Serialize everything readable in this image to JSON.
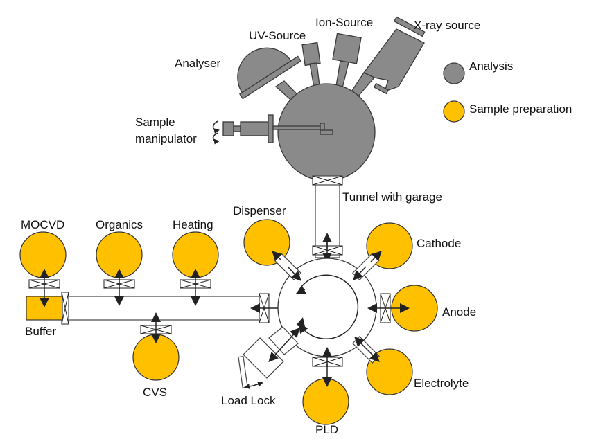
{
  "colors": {
    "analysis": "#8a8a8a",
    "sample_preparation": "#ffc000"
  },
  "legend": {
    "analysis": "Analysis",
    "sample_preparation": "Sample preparation"
  },
  "labels": {
    "analyser": "Analyser",
    "uv_source": "UV-Source",
    "ion_source": "Ion-Source",
    "xray_source": "X-ray source",
    "sample_manipulator_1": "Sample",
    "sample_manipulator_2": "manipulator",
    "tunnel": "Tunnel with garage",
    "mocvd": "MOCVD",
    "organics": "Organics",
    "heating": "Heating",
    "buffer": "Buffer",
    "cvs": "CVS",
    "dispenser": "Dispenser",
    "cathode": "Cathode",
    "anode": "Anode",
    "electrolyte": "Electrolyte",
    "pld": "PLD",
    "load_lock": "Load Lock"
  }
}
